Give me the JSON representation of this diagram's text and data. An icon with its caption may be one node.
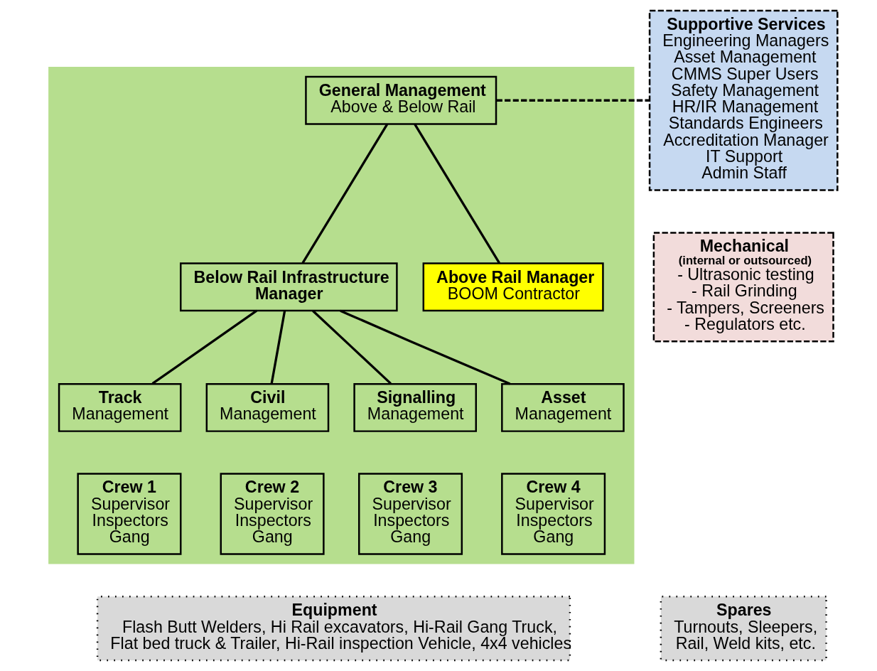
{
  "diagram": {
    "nodes": [
      {
        "text": [],
        "shape": "box"
      },
      {
        "text": [
          "General Management",
          "Above & Below Rail"
        ],
        "in": 0
      },
      {
        "text": [
          "Below Rail Infrastructure Manager"
        ],
        "in": 0
      },
      {
        "text": [
          "Above Rail Manager",
          "BOOM Contractor"
        ],
        "in": 0
      },
      {
        "text": [
          "Track",
          "Management"
        ],
        "in": 0
      },
      {
        "text": [
          "Civil",
          "Management"
        ],
        "in": 0
      },
      {
        "text": [
          "Signalling",
          "Management"
        ],
        "in": 0
      },
      {
        "text": [
          "Asset",
          "Management"
        ],
        "in": 0
      },
      {
        "text": [
          "Crew 1",
          "Supervisor",
          "Inspectors",
          "Gang"
        ],
        "in": 0
      },
      {
        "text": [
          "Crew 2",
          "Supervisor",
          "Inspectors",
          "Gang"
        ],
        "in": 0
      },
      {
        "text": [
          "Crew 3",
          "Supervisor",
          "Inspectors",
          "Gang"
        ],
        "in": 0
      },
      {
        "text": [
          "Crew 4",
          "Supervisor",
          "Inspectors",
          "Gang"
        ],
        "in": 0
      },
      {
        "text": [
          "Supportive Services",
          "Engineering Managers",
          "Asset Management",
          "CMMS Super Users",
          "Safety Management",
          "HR/IR Management",
          "Standards Engineers",
          "Accreditation Manager",
          "IT Support",
          "Admin Staff"
        ]
      },
      {
        "text": [
          "Mechanical",
          "(internal or outsourced)",
          "- Ultrasonic testing",
          "- Rail Grinding",
          "- Tampers, Screeners",
          "- Regulators etc."
        ]
      },
      {
        "text": [
          "Equipment",
          "Flash Butt Welders, Hi Rail excavators, Hi-Rail Gang Truck, Flat bed truck & Trailer, Hi-Rail inspection Vehicle, 4x4 vehicles"
        ]
      },
      {
        "text": [
          "Spares",
          "Turnouts, Sleepers, Rail, Weld kits, etc."
        ]
      }
    ],
    "edges": [
      {
        "from": 1,
        "to": 2,
        "arrow": "none"
      },
      {
        "from": 1,
        "to": 3,
        "arrow": "none"
      },
      {
        "from": 2,
        "to": 4,
        "arrow": "none"
      },
      {
        "from": 2,
        "to": 5,
        "arrow": "none"
      },
      {
        "from": 2,
        "to": 6,
        "arrow": "none"
      },
      {
        "from": 2,
        "to": 7,
        "arrow": "none"
      },
      {
        "from": 1,
        "to": 12,
        "arrow": "none",
        "style": "dashed"
      }
    ]
  }
}
